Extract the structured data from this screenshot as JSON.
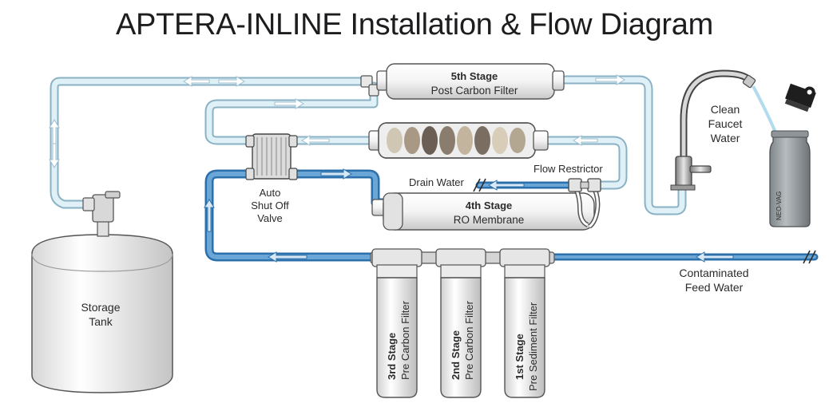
{
  "title": "APTERA-INLINE Installation & Flow Diagram",
  "stage5": {
    "name": "5th Stage",
    "desc": "Post Carbon Filter"
  },
  "stage4": {
    "name": "4th Stage",
    "desc": "RO Membrane"
  },
  "stage3": {
    "name": "3rd Stage",
    "desc": "Pre Carbon Filter"
  },
  "stage2": {
    "name": "2nd Stage",
    "desc": "Pre Carbon Filter"
  },
  "stage1": {
    "name": "1st Stage",
    "desc": "Pre Sediment Filter"
  },
  "valve": {
    "line1": "Auto",
    "line2": "Shut Off",
    "line3": "Valve"
  },
  "drain_label": "Drain Water",
  "restrictor_label": "Flow Restrictor",
  "tank": {
    "line1": "Storage",
    "line2": "Tank"
  },
  "faucet": {
    "line1": "Clean",
    "line2": "Faucet",
    "line3": "Water"
  },
  "feed": {
    "line1": "Contaminated",
    "line2": "Feed Water"
  },
  "bottle_brand": "NEO-VAG"
}
